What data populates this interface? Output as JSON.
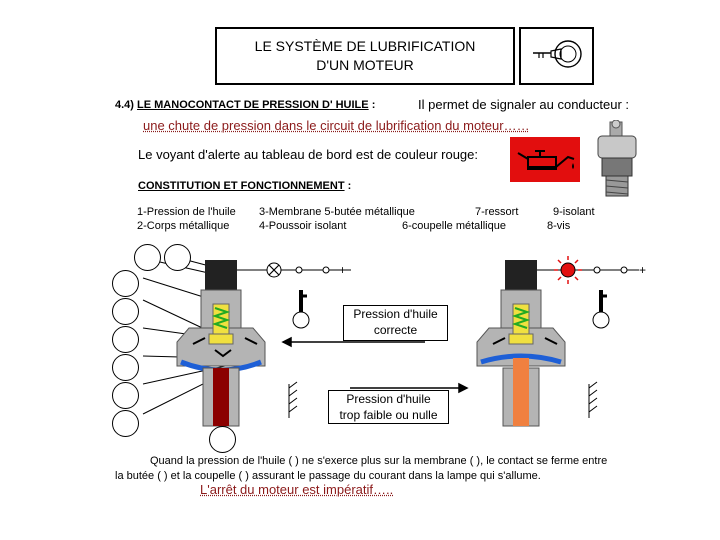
{
  "title": {
    "line1": "LE SYSTÈME DE LUBRIFICATION",
    "line2": "D'UN MOTEUR"
  },
  "section": {
    "number": "4.4)",
    "heading": "LE MANOCONTACT DE PRESSION D' HUILE",
    "colon": ":",
    "intro": "Il permet de signaler au conducteur :",
    "answer": "une chute de pression dans le circuit de lubrification du moteur……"
  },
  "warning": {
    "text": "Le voyant d'alerte au tableau de bord est de couleur rouge:",
    "box_color": "#e20e0e",
    "icon": "oil-can-icon"
  },
  "constitution": {
    "heading": "CONSTITUTION ET FONCTIONNEMENT",
    "colon": ":"
  },
  "legend": {
    "item1": "1-Pression de l'huile",
    "item2": "2-Corps métallique",
    "item3": "3-Membrane 5-butée métallique",
    "item4": "4-Poussoir isolant",
    "item6": "6-coupelle métallique",
    "item7": "7-ressort",
    "item9": "9-isolant",
    "item8": "8-vis"
  },
  "diagram": {
    "left_label_line1": "Pression d'huile",
    "left_label_line2": "correcte",
    "right_label_line1": "Pression d'huile",
    "right_label_line2": "trop faible ou nulle",
    "plus_sign": "+",
    "oil_color": "#8b0000",
    "body_color": "#b4b4b4",
    "membrane_color": "#1e5fd6",
    "pusher_color": "#f08040",
    "spring_color": "#22aa22",
    "cup_color": "#f0e040",
    "lamp_on_color": "#e21010"
  },
  "bottom": {
    "line1": "Quand la pression de l'huile (   ) ne s'exerce plus sur la membrane (   ), le contact se ferme entre",
    "line2": "la butée (   ) et la coupelle (   ) assurant le passage du courant dans la lampe qui s'allume.",
    "line3": "L'arrêt du moteur est impératif….."
  }
}
